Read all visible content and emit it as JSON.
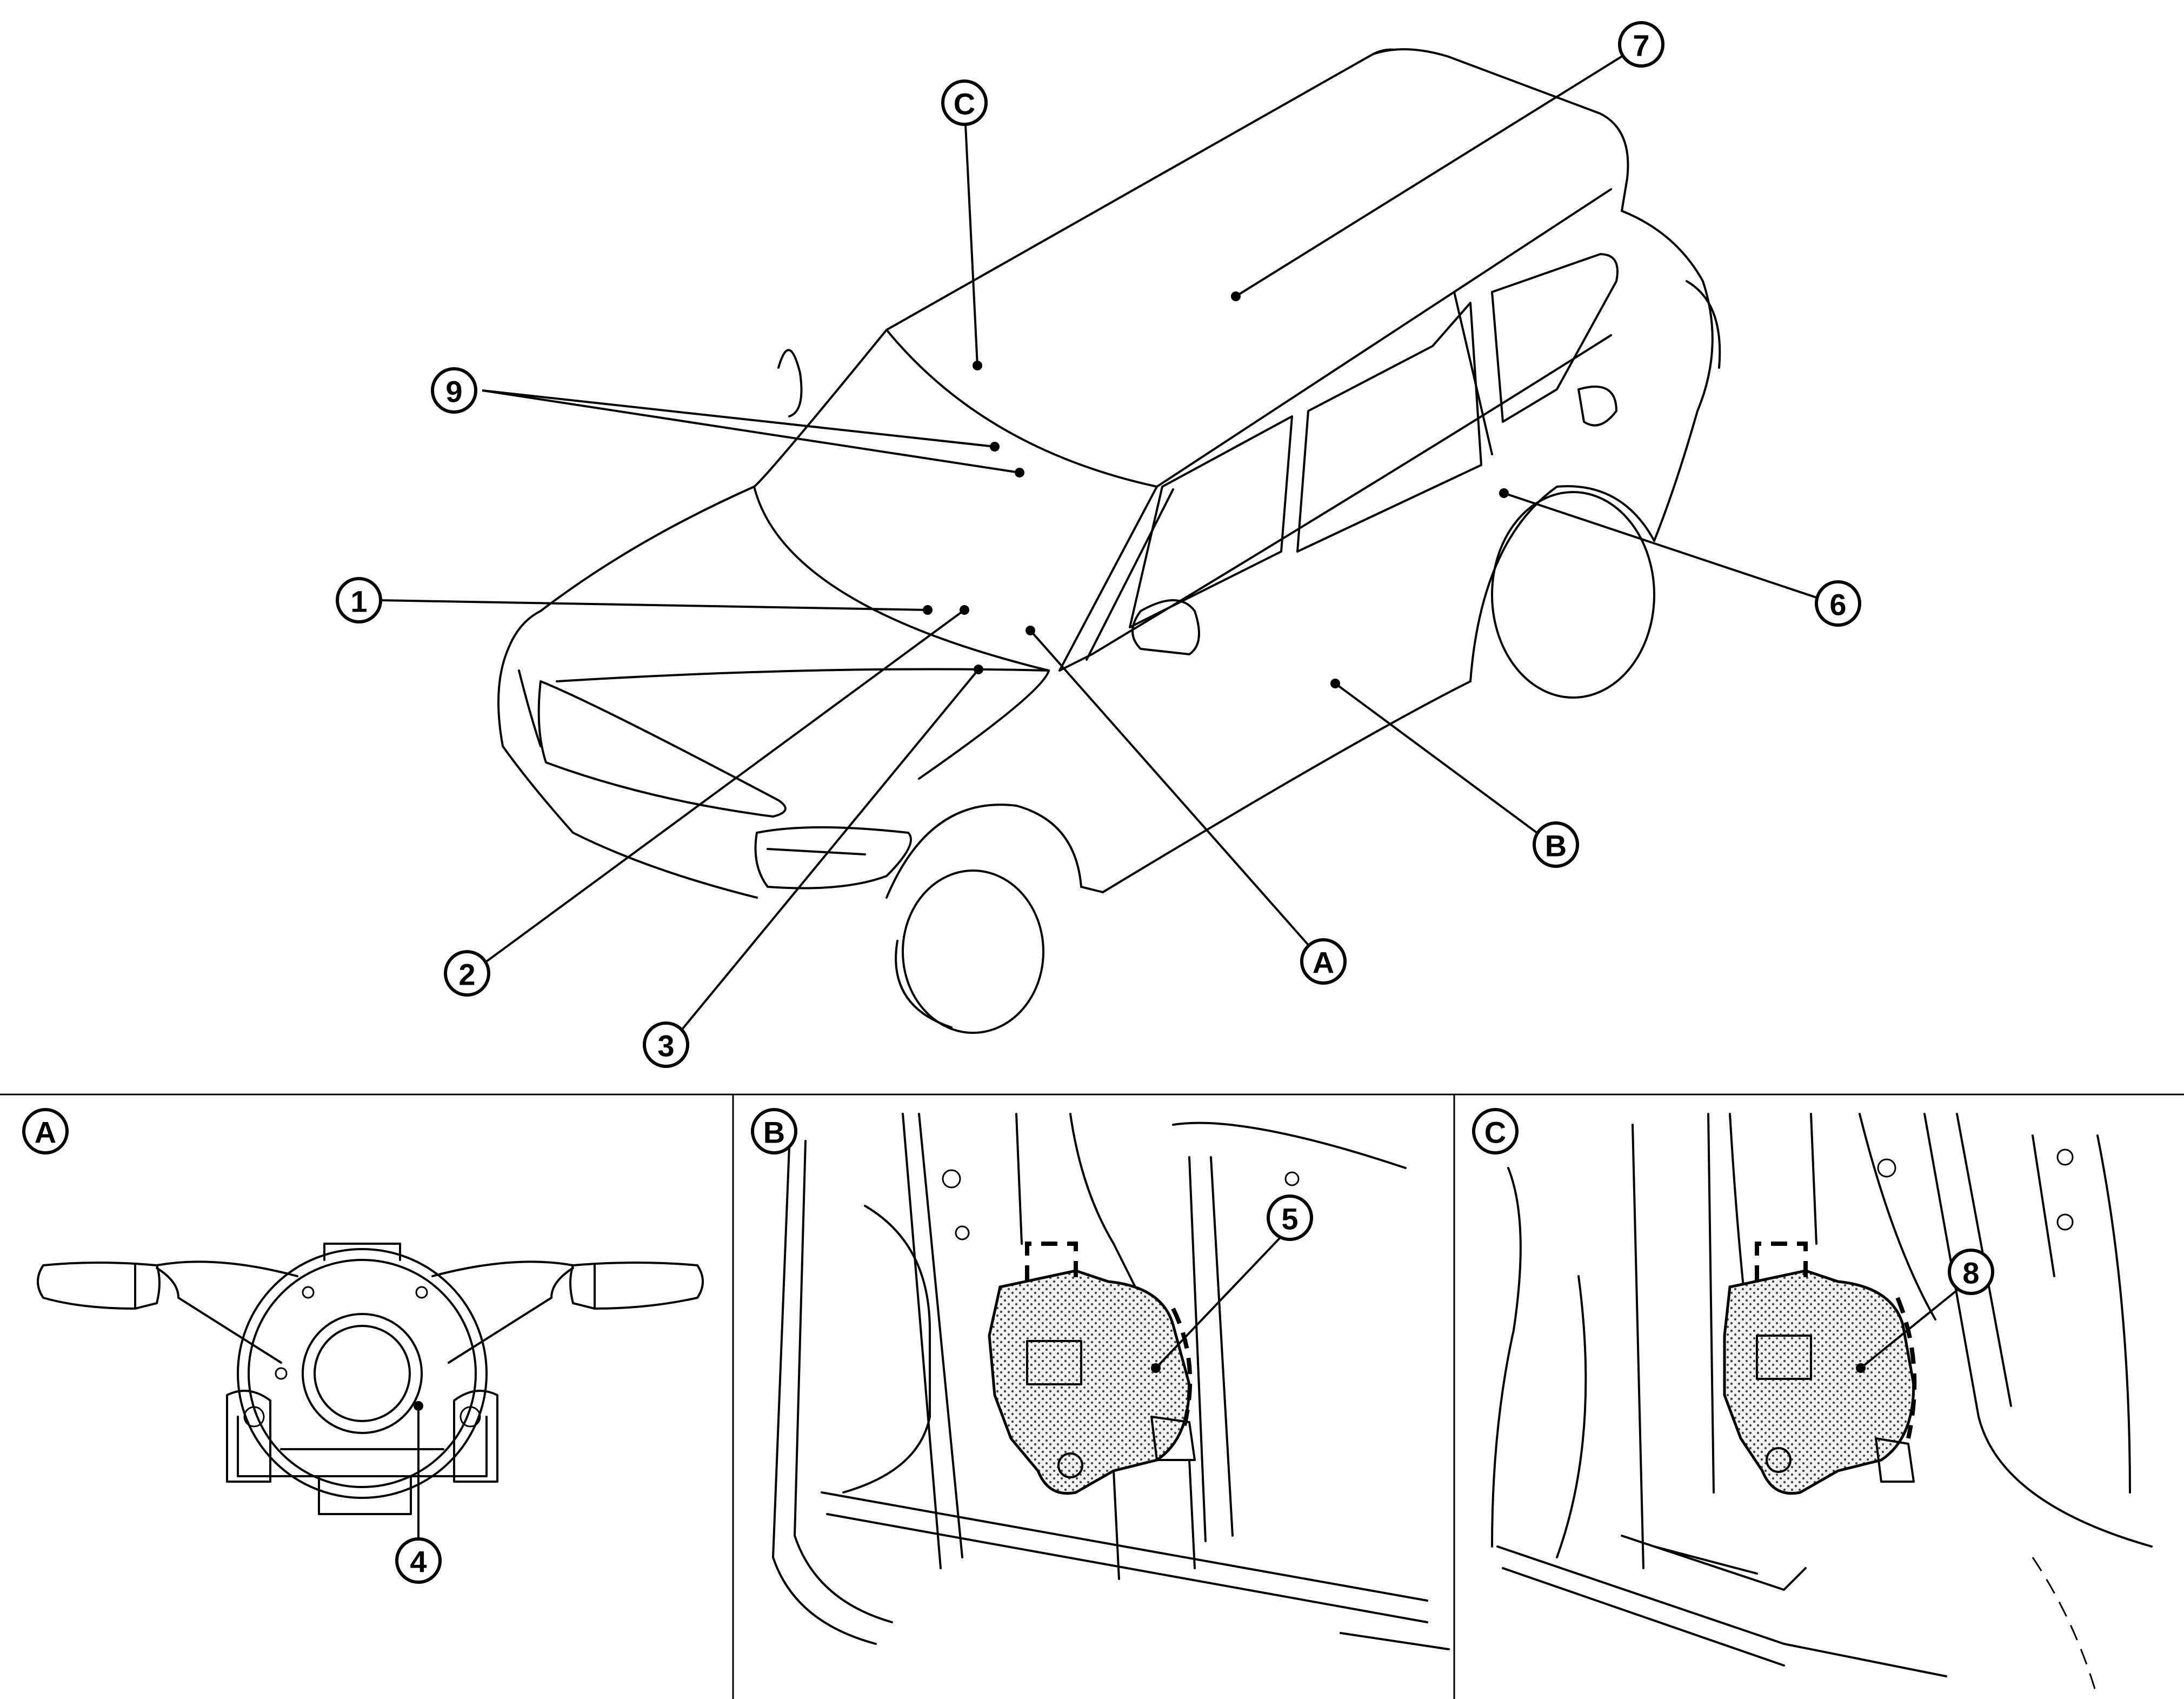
{
  "callouts": {
    "c1": "1",
    "c2": "2",
    "c3": "3",
    "c4": "4",
    "c5": "5",
    "c6": "6",
    "c7": "7",
    "c8": "8",
    "c9": "9",
    "cA": "A",
    "cB": "B",
    "cC": "C"
  },
  "panels": {
    "a_label": "A",
    "b_label": "B",
    "c_label": "C"
  }
}
